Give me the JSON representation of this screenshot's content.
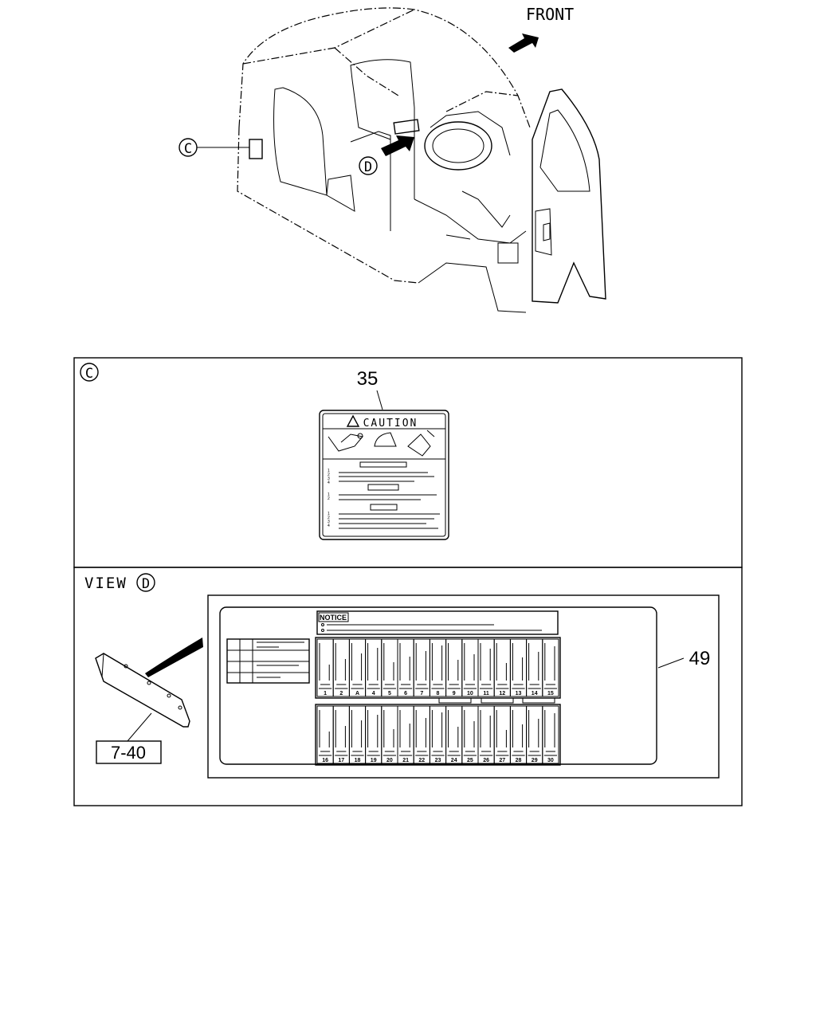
{
  "top_view": {
    "front_label": "FRONT",
    "callout_c": "C",
    "callout_d": "D"
  },
  "panel_c": {
    "circle_letter": "C",
    "part_number": "35",
    "label_title": "CAUTION",
    "label_digits": [
      "1",
      "2",
      "3",
      "4",
      "1",
      "2",
      "1",
      "2",
      "3",
      "4"
    ]
  },
  "panel_d": {
    "view_word": "VIEW",
    "circle_letter": "D",
    "ref_box": "7-40",
    "part_number": "49",
    "notice_title": "NOTICE",
    "fuse_row1": [
      "1",
      "2",
      "A",
      "4",
      "5",
      "6",
      "7",
      "8",
      "9",
      "10",
      "11",
      "12",
      "13",
      "14",
      "15"
    ],
    "fuse_row2": [
      "16",
      "17",
      "18",
      "19",
      "20",
      "21",
      "22",
      "23",
      "24",
      "25",
      "26",
      "27",
      "28",
      "29",
      "30"
    ]
  },
  "colors": {
    "line": "#000000",
    "background": "#ffffff"
  }
}
